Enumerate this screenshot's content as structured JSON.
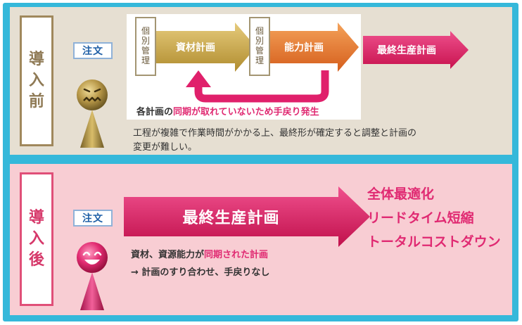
{
  "before": {
    "label_chars": [
      "導",
      "入",
      "前"
    ],
    "order_label": "注文",
    "individual_mgmt_1": [
      "個",
      "別",
      "管",
      "理"
    ],
    "individual_mgmt_2": [
      "個",
      "別",
      "管",
      "理"
    ],
    "material_plan": "資材計画",
    "capacity_plan": "能力計画",
    "final_plan": "最終生産計画",
    "sync_issue_prefix": "各計画の",
    "sync_issue_highlight": "同期が取れていないため手戻り発生",
    "description_line1": "工程が複雑で作業時間がかかる上、最終形が確定すると調整と計画の",
    "description_line2": "変更が難しい。"
  },
  "after": {
    "label_chars": [
      "導",
      "入",
      "後"
    ],
    "order_label": "注文",
    "final_plan": "最終生産計画",
    "sync_prefix": "資材、資源能力が",
    "sync_highlight": "同期された計画",
    "sync_line2": "→ 計画のすり合わせ、手戻りなし",
    "results": [
      "全体最適化",
      "リードタイム短縮",
      "トータルコストダウン"
    ]
  },
  "colors": {
    "frame": "#35b8da",
    "before_bg": "#e6dfd2",
    "after_bg": "#f8cdd3",
    "accent_pink": "#e02a72",
    "gold": "#c9a341",
    "orange": "#e5752b"
  }
}
